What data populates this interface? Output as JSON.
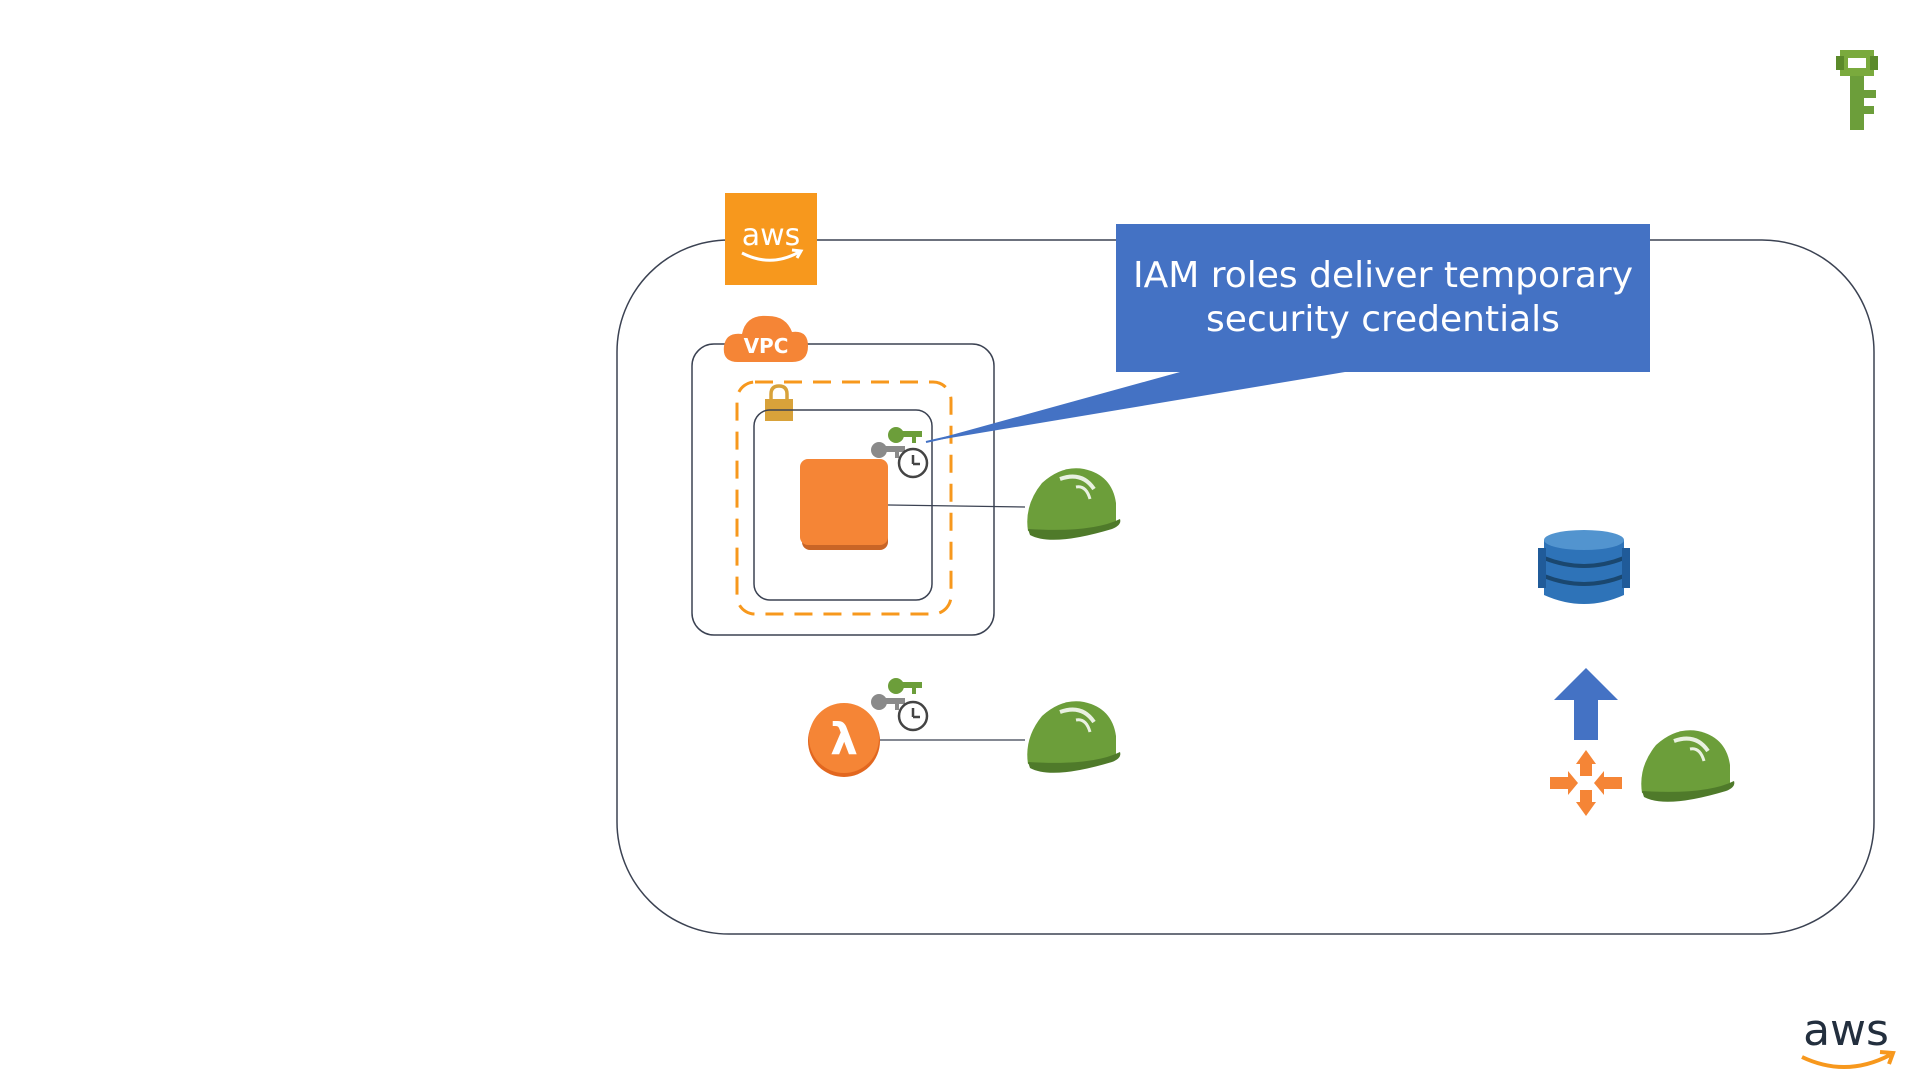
{
  "callout": {
    "text": "IAM roles deliver temporary security credentials"
  },
  "badges": {
    "aws_label": "aws",
    "vpc_label": "VPC",
    "footer_aws_label": "aws",
    "lambda_symbol": "λ"
  },
  "icons": [
    "iam-key-icon",
    "aws-logo-icon",
    "vpc-cloud-icon",
    "padlock-icon",
    "ec2-instance-icon",
    "temporary-credentials-icon",
    "hard-hat-icon",
    "lambda-icon",
    "dynamodb-icon",
    "up-arrow-icon",
    "router-icon"
  ],
  "colors": {
    "aws_orange": "#F7981D",
    "ec2_orange": "#F58536",
    "callout_blue": "#4472C4",
    "iam_green": "#6C9E3A",
    "dynamodb_blue": "#2E73B8",
    "outline": "#3B4252"
  }
}
